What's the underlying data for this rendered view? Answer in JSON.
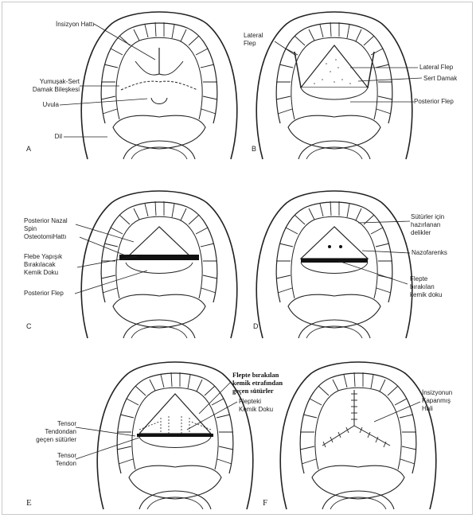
{
  "panels": {
    "A": {
      "letter": "A",
      "labels": {
        "incision": "İnsizyon Hattı",
        "soft_hard_1": "Yumuşak-Sert",
        "soft_hard_2": "Damak Bileşkesi",
        "uvula": "Uvula",
        "tongue": "Dil"
      }
    },
    "B": {
      "letter": "B",
      "labels": {
        "lateral_flap_left_1": "Lateral",
        "lateral_flap_left_2": "Flep",
        "lateral_flap_right": "Lateral Flep",
        "hard_palate": "Sert Damak",
        "posterior_flap": "Posterior Flep"
      }
    },
    "C": {
      "letter": "C",
      "labels": {
        "post_nasal_1": "Posterior Nazal",
        "post_nasal_2": "Spin",
        "osteotomy": "OsteotomiHattı",
        "bone_1": "Flebe Yapışık",
        "bone_2": "Bırakılacak",
        "bone_3": "Kemik Doku",
        "posterior_flap": "Posterior Flep"
      }
    },
    "D": {
      "letter": "D",
      "labels": {
        "holes_1": "Sütürler için",
        "holes_2": "hazırlanan",
        "holes_3": "delikler",
        "nasopharynx": "Nazofarenks",
        "left_bone_1": "Flepte",
        "left_bone_2": "bırakılan",
        "left_bone_3": "kemik doku"
      }
    },
    "E": {
      "letter": "E",
      "labels": {
        "sutures_1": "Flepte bırakılan",
        "sutures_2": "kemik etrafından",
        "sutures_3": "geçen sütürler",
        "flap_bone_1": "Flepteki",
        "flap_bone_2": "Kemik Doku",
        "tensor_sut_1": "Tensor",
        "tensor_sut_2": "Tendondan",
        "tensor_sut_3": "geçen sütürler",
        "tensor_tendon_1": "Tensor",
        "tensor_tendon_2": "Tendon"
      }
    },
    "F": {
      "letter": "F",
      "labels": {
        "closed_1": "İnsizyonun",
        "closed_2": "Kapanmış",
        "closed_3": "Hali"
      }
    }
  },
  "colors": {
    "line": "#222222",
    "frame": "#c8c8c8"
  }
}
